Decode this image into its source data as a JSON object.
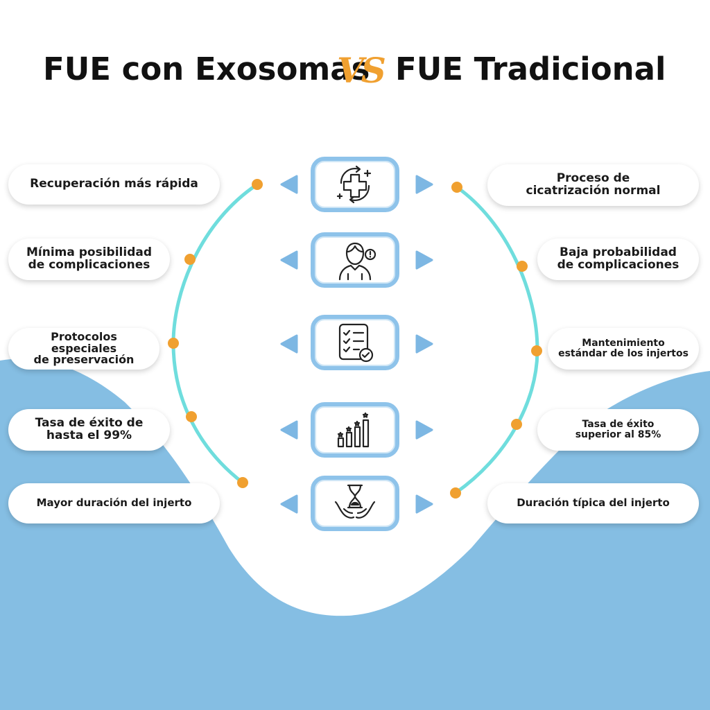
{
  "title": {
    "left": "FUE con Exosomas",
    "vs": "VS",
    "right": "FUE Tradicional"
  },
  "colors": {
    "accent_orange": "#F0A030",
    "ring_teal": "#6FDDDD",
    "wave_blue": "#85BEE3",
    "box_blue": "#8EC3EA",
    "arrow_blue": "#7DB7E3"
  },
  "rows": [
    {
      "icon": "medical-cross-cycle-icon",
      "left": "Recuperación más rápida",
      "right": "Proceso de\ncicatrización normal"
    },
    {
      "icon": "person-alert-icon",
      "left": "Mínima posibilidad\nde complicaciones",
      "right": "Baja probabilidad\nde complicaciones"
    },
    {
      "icon": "checklist-icon",
      "left": "Protocolos\nespeciales\nde preservación",
      "right": "Mantenimiento\nestándar de los injertos"
    },
    {
      "icon": "growth-chart-stars-icon",
      "left": "Tasa de éxito de\nhasta el 99%",
      "right": "Tasa de éxito\nsuperior al 85%"
    },
    {
      "icon": "hourglass-hands-icon",
      "left": "Mayor duración del injerto",
      "right": "Duración típica del injerto"
    }
  ]
}
